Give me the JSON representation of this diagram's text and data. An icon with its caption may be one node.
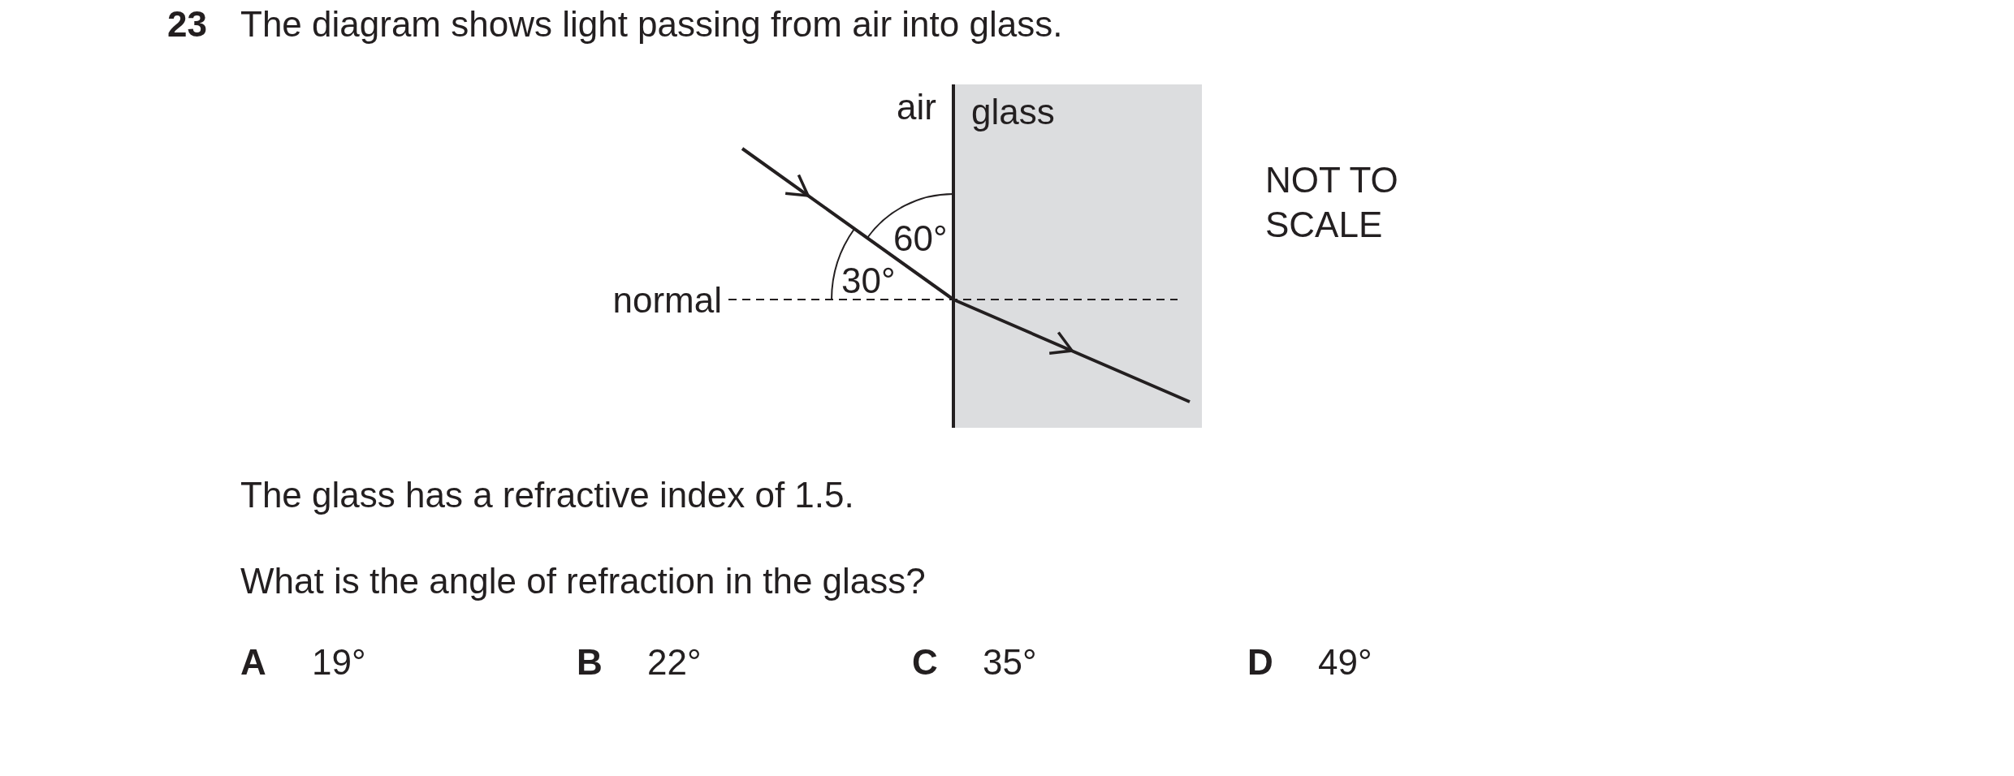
{
  "diagram": {
    "nodes": [
      {
        "text": [
          "glass"
        ]
      }
    ],
    "labels": [
      "23",
      "The diagram shows light passing from air into glass.",
      "air",
      "NOT TO SCALE",
      "60°",
      "30°",
      "normal",
      "The glass has a refractive index of 1.5.",
      "What is the angle of refraction in the glass?",
      "A",
      "19°",
      "B",
      "22°",
      "C",
      "35°",
      "D",
      "49°"
    ]
  }
}
